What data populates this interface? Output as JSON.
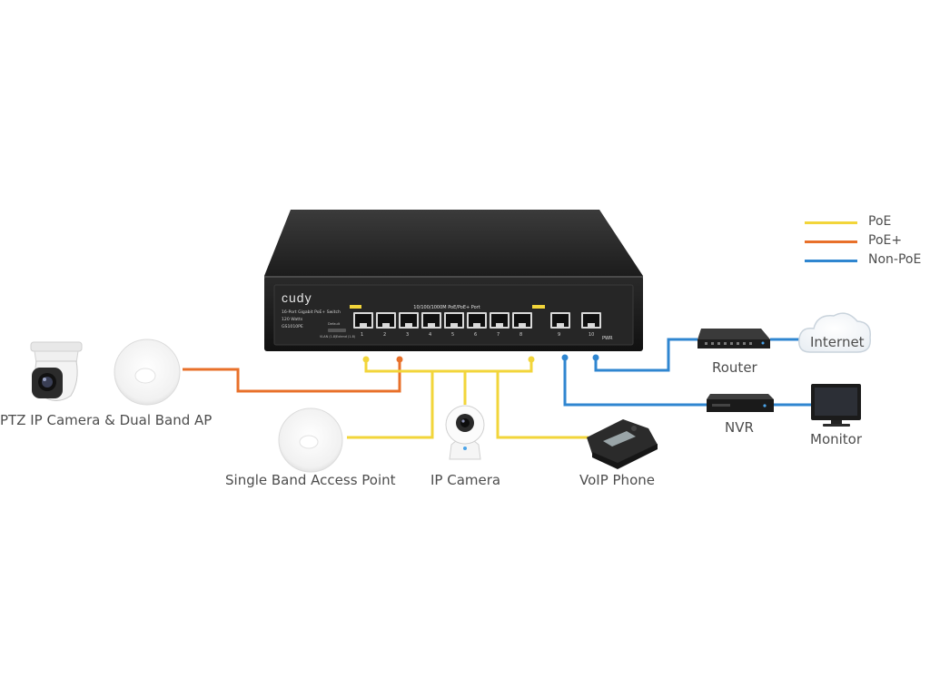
{
  "legend": {
    "items": [
      {
        "label": "PoE",
        "color": "#f2d53a"
      },
      {
        "label": "PoE+",
        "color": "#e8702a"
      },
      {
        "label": "Non-PoE",
        "color": "#2f86d0"
      }
    ]
  },
  "switch": {
    "brand": "cudy",
    "model_lines": [
      "16-Port Gigabit PoE+ Switch",
      "120 Watts",
      "GS1010PE"
    ],
    "ports_header": "10/100/1000M PoE/PoE+ Port",
    "default_label": "Default",
    "vlan_label": "VLAN (1-8)",
    "extend_label": "Extend (1-8)",
    "pwr_label": "PWR",
    "port_numbers": [
      "1",
      "2",
      "3",
      "4",
      "5",
      "6",
      "7",
      "8",
      "9",
      "10"
    ]
  },
  "devices": {
    "ptz": "PTZ IP Camera & Dual Band AP",
    "single_band_ap": "Single Band Access Point",
    "ip_camera": "IP Camera",
    "voip_phone": "VoIP Phone",
    "router": "Router",
    "internet": "Internet",
    "nvr": "NVR",
    "monitor": "Monitor"
  }
}
